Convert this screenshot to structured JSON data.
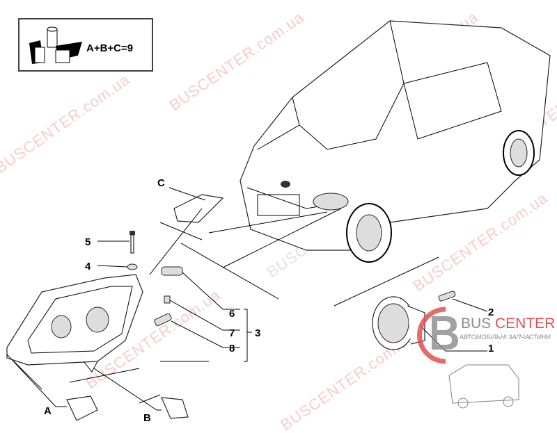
{
  "kit_box": {
    "formula": "A+B+C=9",
    "icon": "parts-kit-icon"
  },
  "callouts": {
    "c": "C",
    "five": "5",
    "four": "4",
    "six": "6",
    "seven": "7",
    "three": "3",
    "eight": "8",
    "two": "2",
    "one": "1",
    "a": "A",
    "b": "B"
  },
  "logo": {
    "brand_bus": "BUS",
    "brand_center": "CENTER",
    "tagline": "АВТОМОБІЛЬНІ ЗАПЧАСТИНИ"
  },
  "watermark": {
    "text": "BUSCENTER.com.ua"
  },
  "colors": {
    "watermark_red": "#f2a0a0",
    "watermark_gray": "#c8c8c8",
    "logo_red": "#e05050",
    "logo_gray": "#8a8a8a"
  }
}
